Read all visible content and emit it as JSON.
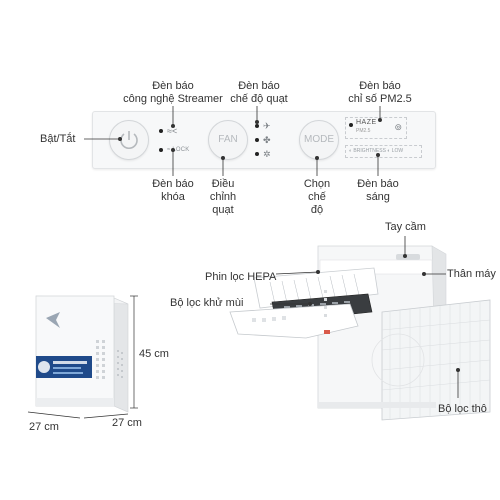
{
  "panel": {
    "labels": {
      "streamer": [
        "Đèn báo",
        "công nghệ Streamer"
      ],
      "fan_mode_indicator": [
        "Đèn báo",
        "chế độ quạt"
      ],
      "pm25": [
        "Đèn báo",
        "chỉ số PM2.5"
      ],
      "power": "Bật/Tắt",
      "lock": [
        "Đèn báo",
        "khóa"
      ],
      "fan_adjust": [
        "Điều",
        "chỉnh",
        "quạt"
      ],
      "mode_select": [
        "Chọn",
        "chế",
        "độ"
      ],
      "light": [
        "Đèn báo",
        "sáng"
      ]
    },
    "buttons": {
      "fan": "FAN",
      "mode": "MODE"
    },
    "display": {
      "haze": "HAZE",
      "pm_small": "PM2.5",
      "streamer_small": "≈ LOCK",
      "light_strip": "◐ BRIGHTNESS  ◐ LOW"
    }
  },
  "dimensions": {
    "height": "45 cm",
    "width": "27 cm",
    "depth": "27 cm"
  },
  "parts": {
    "handle": "Tay cầm",
    "body": "Thân máy",
    "hepa": "Phin lọc HEPA",
    "deodor": "Bộ lọc khử mùi",
    "coarse": "Bộ lọc thô"
  },
  "colors": {
    "accent": "#1f4a8a",
    "line": "#333333"
  }
}
